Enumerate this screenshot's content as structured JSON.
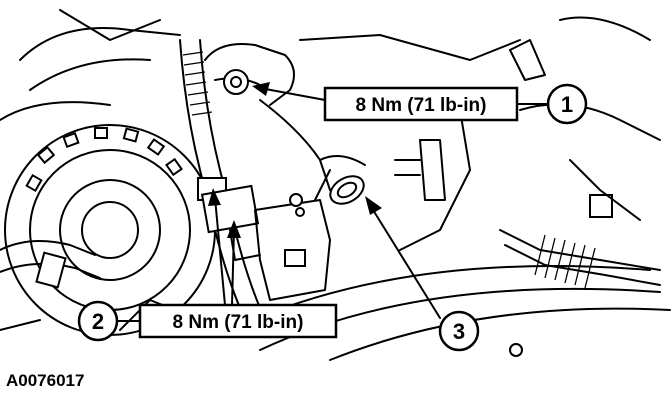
{
  "figure_id": "A0076017",
  "callouts": [
    {
      "number": "1",
      "torque": "8 Nm (71 lb-in)"
    },
    {
      "number": "2",
      "torque": "8 Nm (71 lb-in)"
    },
    {
      "number": "3"
    }
  ],
  "colors": {
    "ink": "#000000",
    "paper": "#ffffff"
  }
}
